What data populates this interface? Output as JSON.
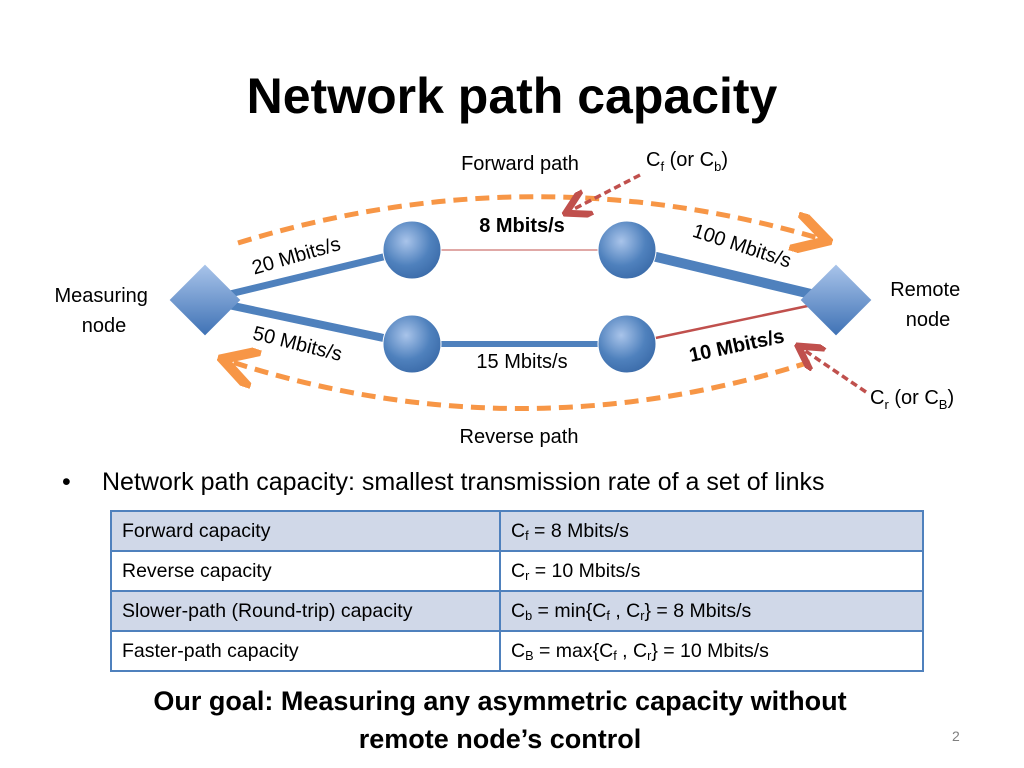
{
  "slide": {
    "title": "Network path capacity",
    "page_number": "2"
  },
  "diagram": {
    "forward_path_label": "Forward path",
    "reverse_path_label": "Reverse path",
    "cf_label": {
      "c": "C",
      "sub1": "f",
      "mid": " (or C",
      "sub2": "b",
      "end": ")"
    },
    "cr_label": {
      "c": "C",
      "sub1": "r",
      "mid": " (or C",
      "sub2": "B",
      "end": ")"
    },
    "measuring_node": [
      "Measuring",
      "node"
    ],
    "remote_node": [
      "Remote",
      "node"
    ],
    "links": {
      "top_left": "20 Mbits/s",
      "top_middle": "8 Mbits/s",
      "top_right": "100 Mbits/s",
      "bottom_left": "50 Mbits/s",
      "bottom_middle": "15 Mbits/s",
      "bottom_right": "10 Mbits/s"
    },
    "colors": {
      "node_blue": "#4f81bd",
      "link_blue": "#4f81bd",
      "bottleneck_red": "#c0504d",
      "path_orange": "#f79646"
    }
  },
  "bullet": "Network path capacity: smallest transmission rate of a set of links",
  "table": {
    "rows": [
      {
        "label": "Forward capacity",
        "c": "C",
        "sub": "f",
        "rest": " = 8 Mbits/s"
      },
      {
        "label": "Reverse capacity",
        "c": "C",
        "sub": "r",
        "rest": " = 10 Mbits/s"
      },
      {
        "label": "Slower-path (Round-trip) capacity",
        "c": "C",
        "sub": "b",
        "p1": " = min{C",
        "s1": "f",
        "p2": " , C",
        "s2": "r",
        "p3": "} = 8 Mbits/s"
      },
      {
        "label": "Faster-path capacity",
        "c": "C",
        "sub": "B",
        "p1": " = max{C",
        "s1": "f",
        "p2": " , C",
        "s2": "r",
        "p3": "} = 10 Mbits/s"
      }
    ]
  },
  "goal": [
    "Our goal: Measuring any asymmetric capacity without",
    "remote node’s control"
  ]
}
